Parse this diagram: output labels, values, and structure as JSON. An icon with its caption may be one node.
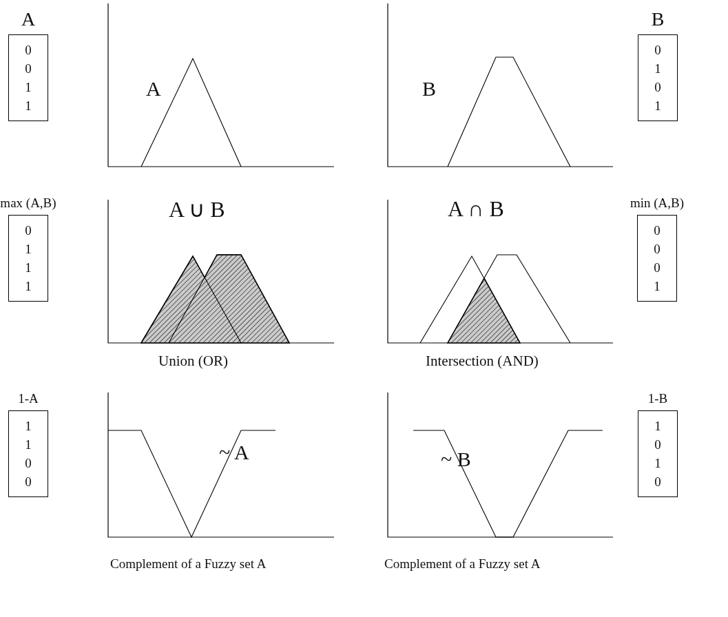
{
  "diagram": {
    "nodes": [
      {
        "text": [
          "A",
          "0 0 1 1"
        ]
      },
      {
        "text": [
          "B",
          "0 1 0 1"
        ]
      },
      {
        "text": [
          "max (A,B)",
          "0 1 1 1"
        ]
      },
      {
        "text": [
          "min (A,B)",
          "0 0 0 1"
        ]
      },
      {
        "text": [
          "1-A",
          "1 1 0 0"
        ]
      },
      {
        "text": [
          "1-B",
          "1 0 1 0"
        ]
      }
    ],
    "edges": [],
    "labels": [
      "A",
      "B",
      "A ∪ B",
      "A ∩ B",
      "Union (OR)",
      "Intersection (AND)",
      "~ A",
      "~ B",
      "Complement of a Fuzzy set A",
      "Complement of a Fuzzy set A"
    ]
  }
}
